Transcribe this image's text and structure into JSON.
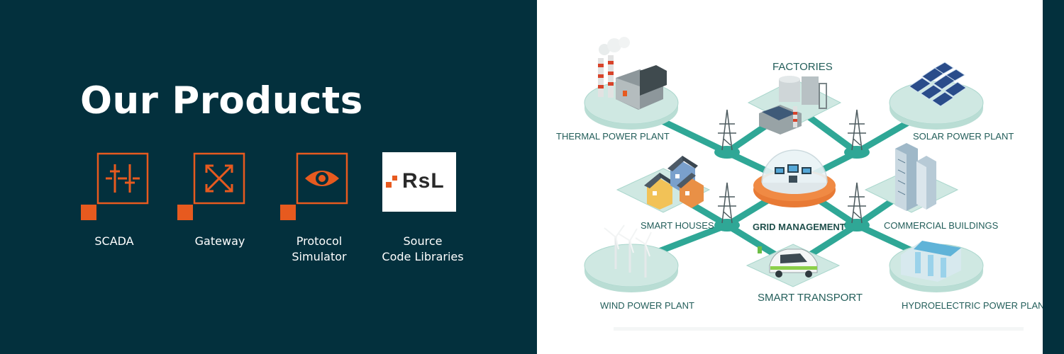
{
  "products": {
    "title": "Our Products",
    "items": [
      {
        "label": "SCADA",
        "icon": "scada-sliders-icon"
      },
      {
        "label": "Gateway",
        "icon": "gateway-arrows-icon"
      },
      {
        "label_line1": "Protocol",
        "label_line2": "Simulator",
        "icon": "eye-icon"
      },
      {
        "label_line1": "Source",
        "label_line2": "Code Libraries",
        "logo_text": "RsL",
        "icon": "rsl-logo"
      }
    ]
  },
  "grid_diagram": {
    "center": "GRID MANAGEMENT",
    "nodes": {
      "factories": "FACTORIES",
      "thermal": "THERMAL POWER PLANT",
      "solar": "SOLAR POWER PLANT",
      "smart_houses": "SMART HOUSES",
      "commercial": "COMMERCIAL BUILDINGS",
      "wind": "WIND POWER PLANT",
      "transport": "SMART TRANSPORT",
      "hydro": "HYDROELECTRIC POWER PLANT"
    }
  },
  "colors": {
    "panel": "#03303d",
    "accent": "#e75a1f",
    "teal": "#2fa796",
    "platform": "#cfe8e2"
  }
}
